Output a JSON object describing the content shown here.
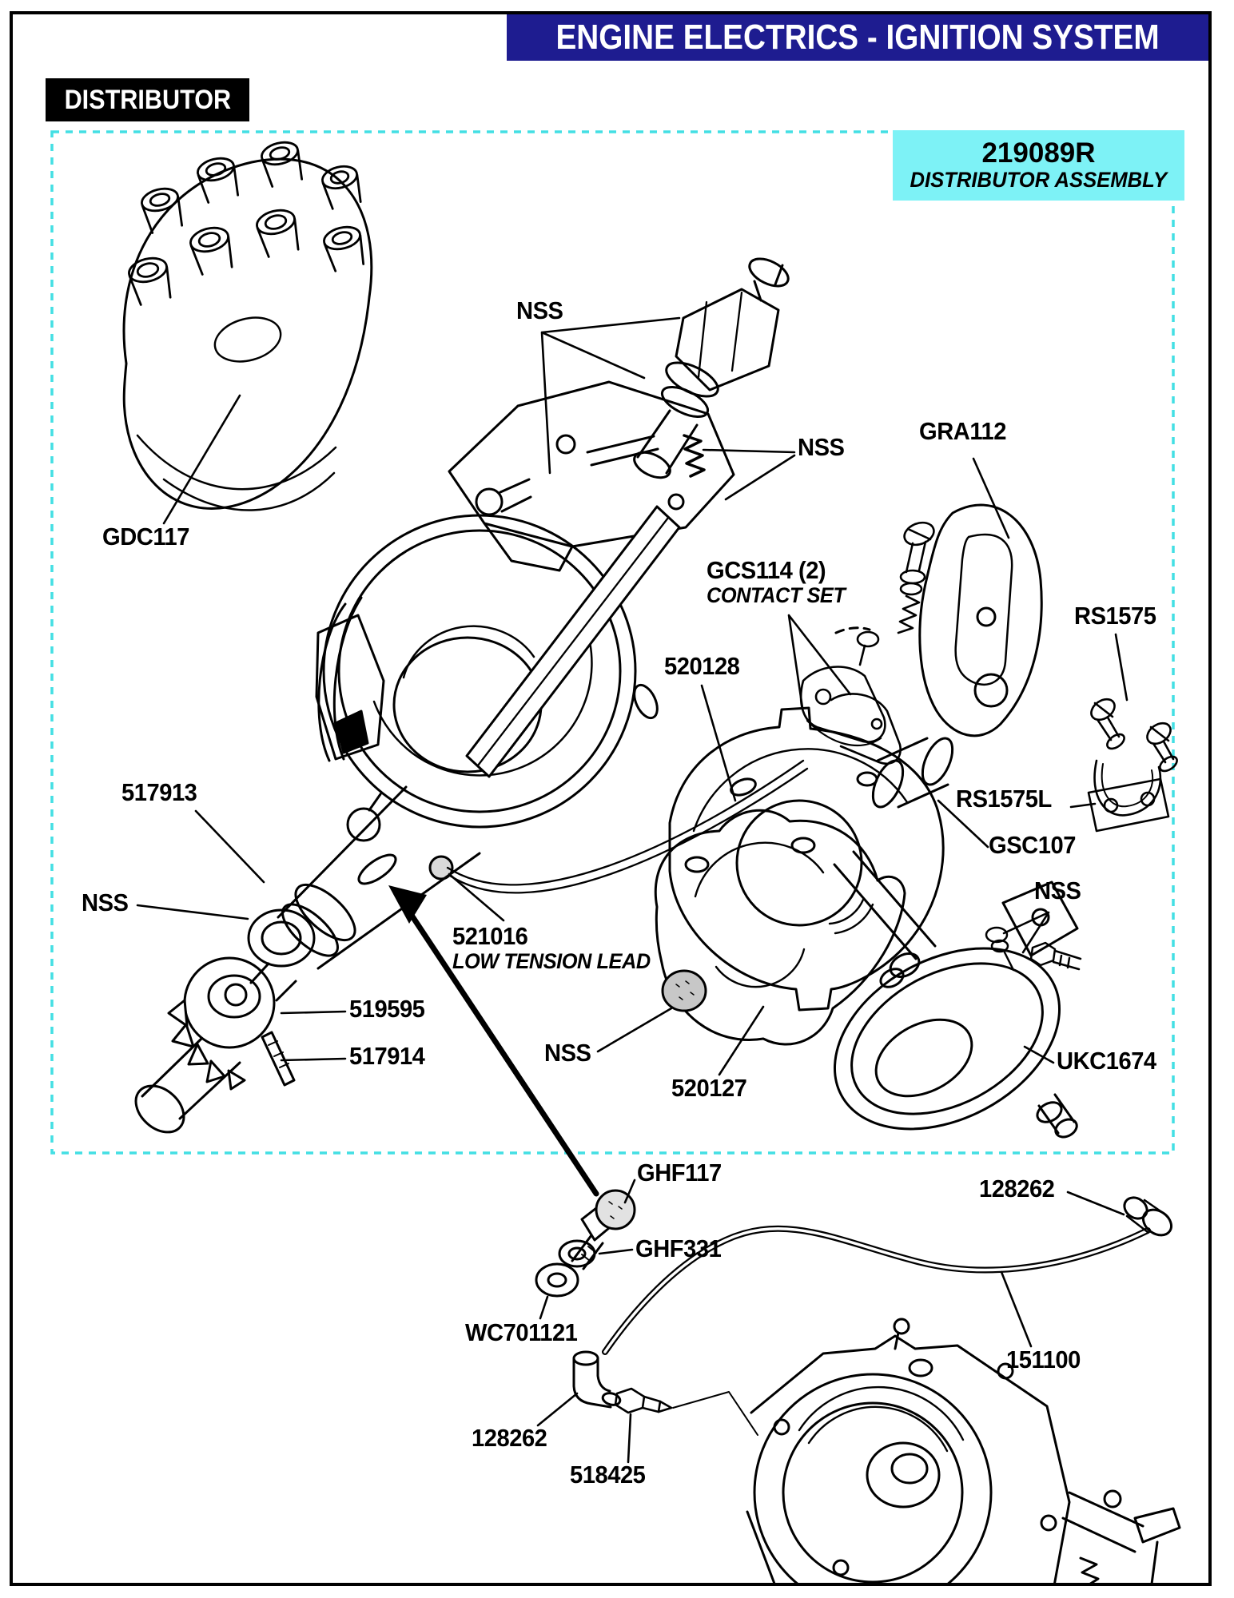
{
  "banner": {
    "title": "ENGINE ELECTRICS - IGNITION SYSTEM"
  },
  "section": {
    "title": "DISTRIBUTOR"
  },
  "assembly_box": {
    "part_number": "219089R",
    "description": "DISTRIBUTOR ASSEMBLY"
  },
  "colors": {
    "banner_bg": "#1e1c90",
    "highlight_bg": "#7df2f6",
    "dashed_border": "#43dfe4",
    "ink": "#000000"
  },
  "part_labels": [
    {
      "id": "gdc117",
      "text": "GDC117"
    },
    {
      "id": "nss-top",
      "text": "NSS"
    },
    {
      "id": "nss-shaft",
      "text": "NSS"
    },
    {
      "id": "gra112",
      "text": "GRA112"
    },
    {
      "id": "gcs114",
      "text": "GCS114 (2)",
      "caption": "CONTACT SET"
    },
    {
      "id": "rs1575",
      "text": "RS1575"
    },
    {
      "id": "520128",
      "text": "520128"
    },
    {
      "id": "rs1575l",
      "text": "RS1575L"
    },
    {
      "id": "gsc107",
      "text": "GSC107"
    },
    {
      "id": "517913",
      "text": "517913"
    },
    {
      "id": "nss-left",
      "text": "NSS"
    },
    {
      "id": "521016",
      "text": "521016",
      "caption": "LOW TENSION LEAD"
    },
    {
      "id": "519595",
      "text": "519595"
    },
    {
      "id": "517914",
      "text": "517914"
    },
    {
      "id": "nss-center",
      "text": "NSS"
    },
    {
      "id": "520127",
      "text": "520127"
    },
    {
      "id": "nss-right",
      "text": "NSS"
    },
    {
      "id": "ukc1674",
      "text": "UKC1674"
    },
    {
      "id": "ghf117",
      "text": "GHF117"
    },
    {
      "id": "ghf331",
      "text": "GHF331"
    },
    {
      "id": "wc701121",
      "text": "WC701121"
    },
    {
      "id": "128262-right",
      "text": "128262"
    },
    {
      "id": "151100",
      "text": "151100"
    },
    {
      "id": "128262-left",
      "text": "128262"
    },
    {
      "id": "518425",
      "text": "518425"
    }
  ]
}
